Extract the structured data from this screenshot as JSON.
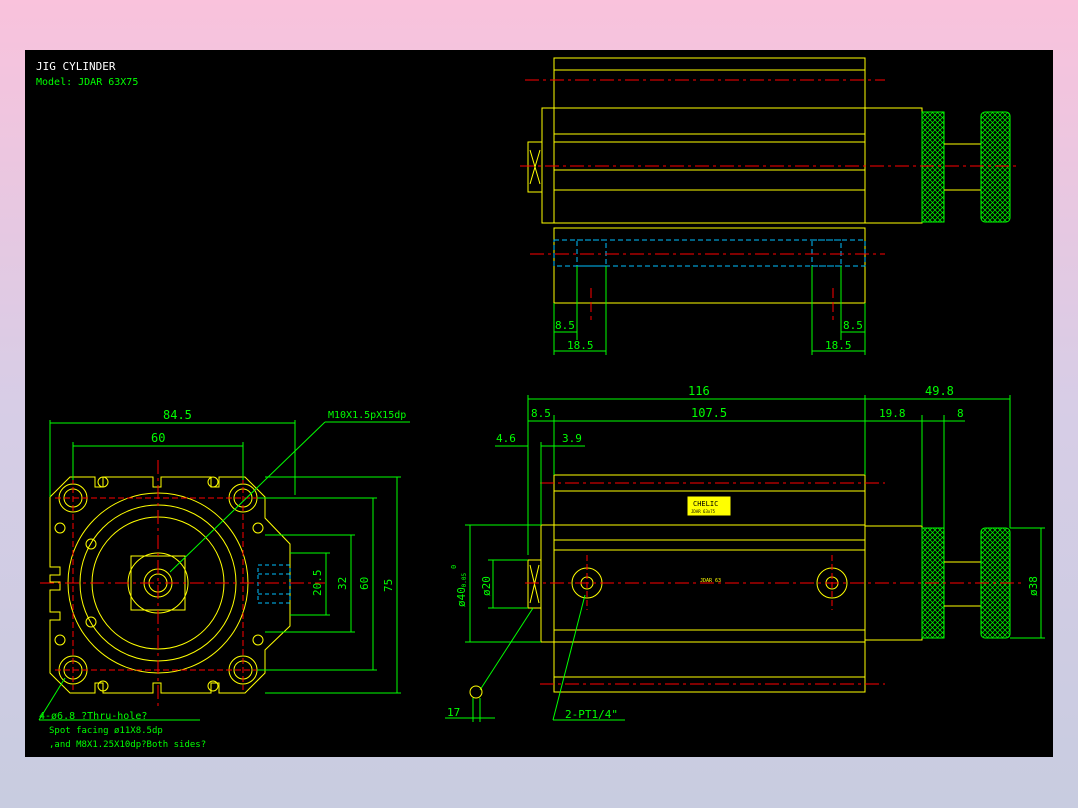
{
  "title": "JIG CYLINDER",
  "model": "Model: JDAR 63X75",
  "colors": {
    "background": "#000000",
    "outline": "#ffff00",
    "dimension": "#00ff00",
    "centerline": "#ff0000",
    "hidden": "#00bfff",
    "title": "#ffffff"
  },
  "top_view": {
    "dim_left_inner": "8.5",
    "dim_left_outer": "18.5",
    "dim_right_inner": "8.5",
    "dim_right_outer": "18.5"
  },
  "front_view": {
    "dim_84_5": "84.5",
    "dim_60_h": "60",
    "dim_20_5": "20.5",
    "dim_32": "32",
    "dim_60_v": "60",
    "dim_75": "75",
    "thread_label": "M10X1.5pX15dp",
    "note_line1": "4-ø6.8 ?Thru-hole?",
    "note_line2": "Spot facing ø11X8.5dp",
    "note_line3": ",and M8X1.25X10dp?Both sides?"
  },
  "side_view": {
    "dim_116": "116",
    "dim_49_8": "49.8",
    "dim_8_5": "8.5",
    "dim_107_5": "107.5",
    "dim_19_8": "19.8",
    "dim_8": "8",
    "dim_4_6": "4.6",
    "dim_3_9": "3.9",
    "dim_40": "ø40",
    "dim_40_tol_upper": "0",
    "dim_40_tol_lower": "-0.05",
    "dim_20": "ø20",
    "dim_38": "ø38",
    "dim_17": "17",
    "port_label": "2-PT1/4\"",
    "logo_text": "CHELIC",
    "logo_sub": "JDAR 63x75",
    "body_mark": "JDAR 63"
  }
}
